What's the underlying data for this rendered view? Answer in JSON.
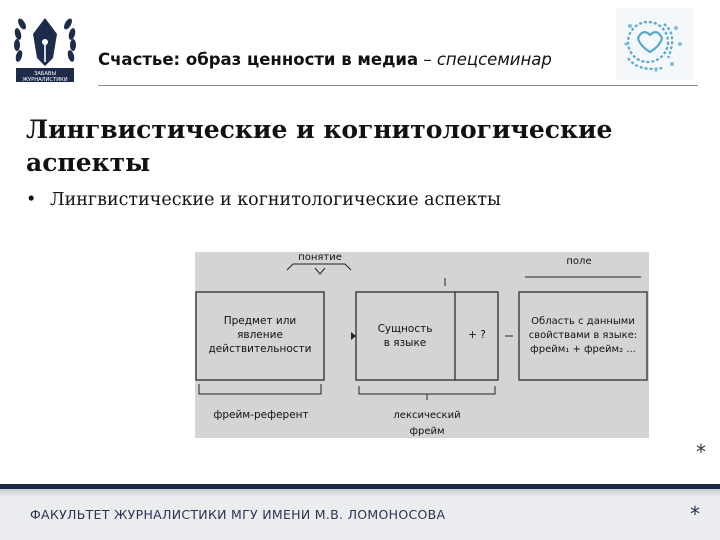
{
  "header": {
    "title_bold": "Счастье: образ ценности в медиа",
    "title_dash": " – ",
    "title_italic": "спецсеминар",
    "logo_left_text": "ЗАБАВЫ ЖУРНАЛИСТИКИ"
  },
  "slide": {
    "title": "Лингвистические и когнитологические аспекты",
    "bullet_marker": "•",
    "bullet_text": "Лингвистические и когнитологические аспекты"
  },
  "diagram": {
    "label_concept": "понятие",
    "label_field": "поле",
    "box1_line1": "Предмет или",
    "box1_line2": "явление",
    "box1_line3": "действительности",
    "box2_line1": "Сущность",
    "box2_line2": "в языке",
    "box2_extra": "+ ?",
    "box3_line1": "Область с данными",
    "box3_line2": "свойствами в языке:",
    "box3_line3": "фрейм₁ + фрейм₂ ...",
    "label_frame_referent": "фрейм-референт",
    "label_lexical_line1": "лексический",
    "label_lexical_line2": "фрейм",
    "background": "#d4d4d4"
  },
  "footer": {
    "text": "ФАКУЛЬТЕТ ЖУРНАЛИСТИКИ МГУ ИМЕНИ М.В. ЛОМОНОСОВА",
    "asterisk": "*",
    "asterisk_above": "*",
    "band_color": "#1b2a45"
  }
}
